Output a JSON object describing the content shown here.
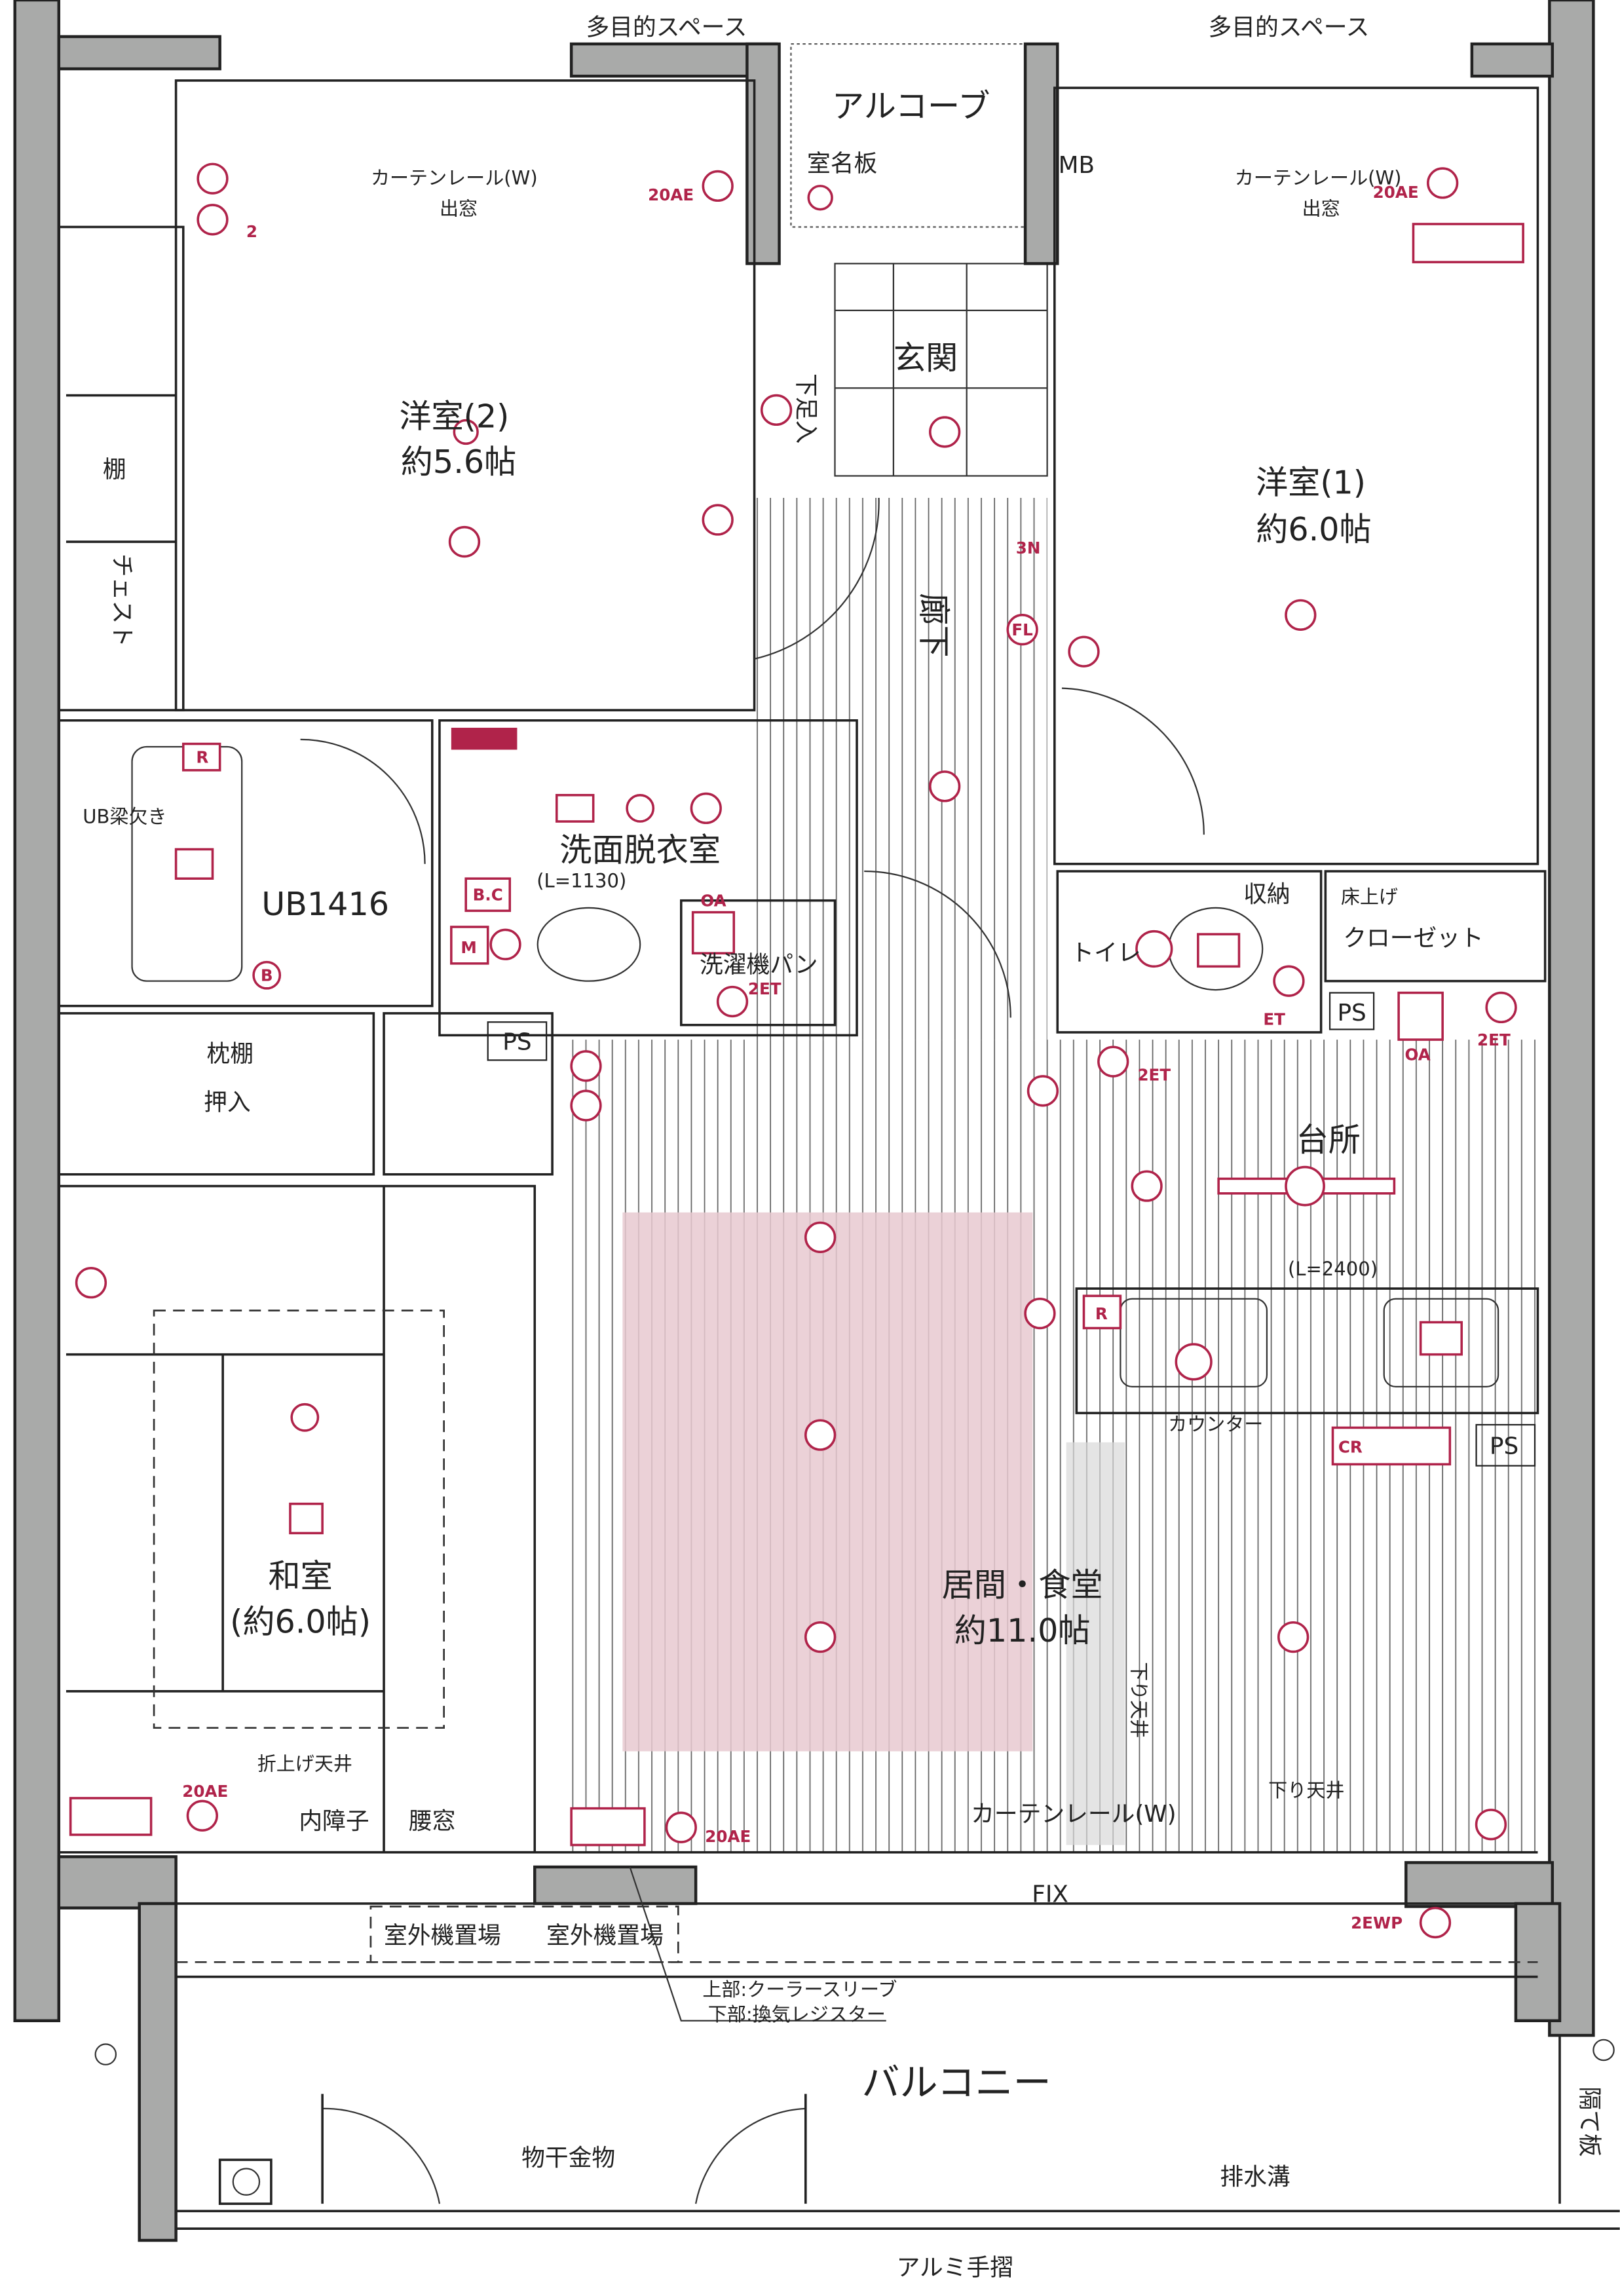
{
  "plan": {
    "top_labels": {
      "multi_space_left": "多目的スペース",
      "multi_space_right": "多目的スペース",
      "alcove": "アルコーブ",
      "nameplate": "室名板",
      "mb": "MB"
    },
    "western_room_2": {
      "name": "洋室(2)",
      "size": "約5.6帖",
      "curtain": "カーテンレール(W)",
      "window": "出窓",
      "outlet": "20AE",
      "shelf": "棚",
      "chest": "チェスト"
    },
    "western_room_1": {
      "name": "洋室(1)",
      "size": "約6.0帖",
      "curtain": "カーテンレール(W)",
      "window": "出窓",
      "outlet": "20AE"
    },
    "entrance": {
      "name": "玄関",
      "shoe_box": "下足入"
    },
    "hallway": {
      "name": "廊下"
    },
    "bath": {
      "name": "UB1416",
      "beam_note": "UB梁欠き"
    },
    "washroom": {
      "name": "洗面脱衣室",
      "length": "(L=1130)",
      "washer_pan": "洗濯機パン",
      "oa": "OA",
      "et": "2ET",
      "bc": "B.C",
      "m": "M"
    },
    "toilet": {
      "name": "トイレ",
      "storage": "収納",
      "et": "ET"
    },
    "closet": {
      "raised": "床上げ",
      "name": "クローゼット"
    },
    "ps": [
      "PS",
      "PS",
      "PS"
    ],
    "kitchen": {
      "name": "台所",
      "length": "(L=2400)",
      "et_left": "2ET",
      "et_right": "2ET",
      "oa": "OA",
      "counter": "カウンター",
      "r": "R",
      "cr": "CR"
    },
    "japanese_room": {
      "name": "和室",
      "size": "(約6.0帖)",
      "pillow_shelf": "枕棚",
      "closet": "押入",
      "raised_ceiling": "折上げ天井",
      "inner_shoji": "内障子",
      "waist_window": "腰窓",
      "outlet": "20AE"
    },
    "living": {
      "name": "居間・食堂",
      "size": "約11.0帖",
      "lowered_ceiling_v": "下り天井",
      "lowered_ceiling": "下り天井",
      "curtain": "カーテンレール(W)",
      "fix": "FIX",
      "outlet": "20AE",
      "ewp": "2EWP"
    },
    "balcony": {
      "name": "バルコニー",
      "ac_area_1": "室外機置場",
      "ac_area_2": "室外機置場",
      "sleeve_note_1": "上部:クーラースリーブ",
      "sleeve_note_2": "下部:換気レジスター",
      "laundry": "物干金物",
      "drain": "排水溝",
      "handrail": "アルミ手摺",
      "partition": "隔て板"
    },
    "symbols": {
      "n3": "3N",
      "fl": "FL",
      "r": "R",
      "b": "B",
      "two": "2"
    },
    "colors": {
      "wall": "#a9aaa9",
      "electric": "#b0234a",
      "floor_heating": "#e8c9d0"
    }
  }
}
